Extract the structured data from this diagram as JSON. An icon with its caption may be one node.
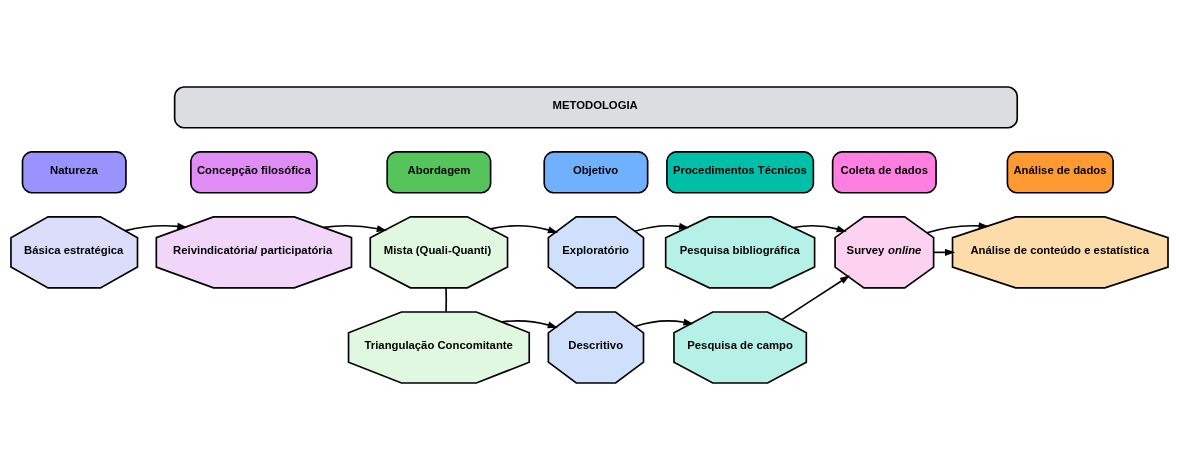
{
  "diagram": {
    "nodes": [
      {
        "text": [
          "METODOLOGIA"
        ]
      },
      {
        "text": [
          "Natureza"
        ]
      },
      {
        "text": [
          "Concepção filosófica"
        ]
      },
      {
        "text": [
          "Abordagem"
        ]
      },
      {
        "text": [
          "Objetivo"
        ]
      },
      {
        "text": [
          "Procedimentos Técnicos"
        ]
      },
      {
        "text": [
          "Coleta de dados"
        ]
      },
      {
        "text": [
          "Análise de dados"
        ]
      },
      {
        "text": [
          "Básica estratégica"
        ]
      },
      {
        "text": [
          "Reivindicatória/ participatória"
        ]
      },
      {
        "text": [
          "Mista (Quali-Quanti)"
        ]
      },
      {
        "text": [
          "Exploratório"
        ]
      },
      {
        "text": [
          "Pesquisa bibliográfica"
        ]
      },
      {
        "text": [
          "Survey *online*"
        ]
      },
      {
        "text": [
          "Análise de conteúdo e estatística"
        ]
      },
      {
        "text": [
          "Triangulação Concomitante"
        ]
      },
      {
        "text": [
          "Descritivo"
        ]
      },
      {
        "text": [
          "Pesquisa de campo"
        ]
      }
    ],
    "edges": [
      {
        "from": 8,
        "to": 9,
        "arrow": "to"
      },
      {
        "from": 9,
        "to": 10,
        "arrow": "to"
      },
      {
        "from": 10,
        "to": 11,
        "arrow": "to"
      },
      {
        "from": 11,
        "to": 12,
        "arrow": "to"
      },
      {
        "from": 10,
        "to": 15,
        "arrow": "none"
      },
      {
        "from": 15,
        "to": 16,
        "arrow": "to"
      },
      {
        "from": 16,
        "to": 17,
        "arrow": "to"
      },
      {
        "from": 12,
        "to": 13,
        "arrow": "to"
      },
      {
        "from": 17,
        "to": 13,
        "arrow": "to"
      },
      {
        "from": 13,
        "to": 14,
        "arrow": "to"
      },
      {
        "from": 13,
        "to": 14,
        "arrow": "to"
      }
    ]
  }
}
